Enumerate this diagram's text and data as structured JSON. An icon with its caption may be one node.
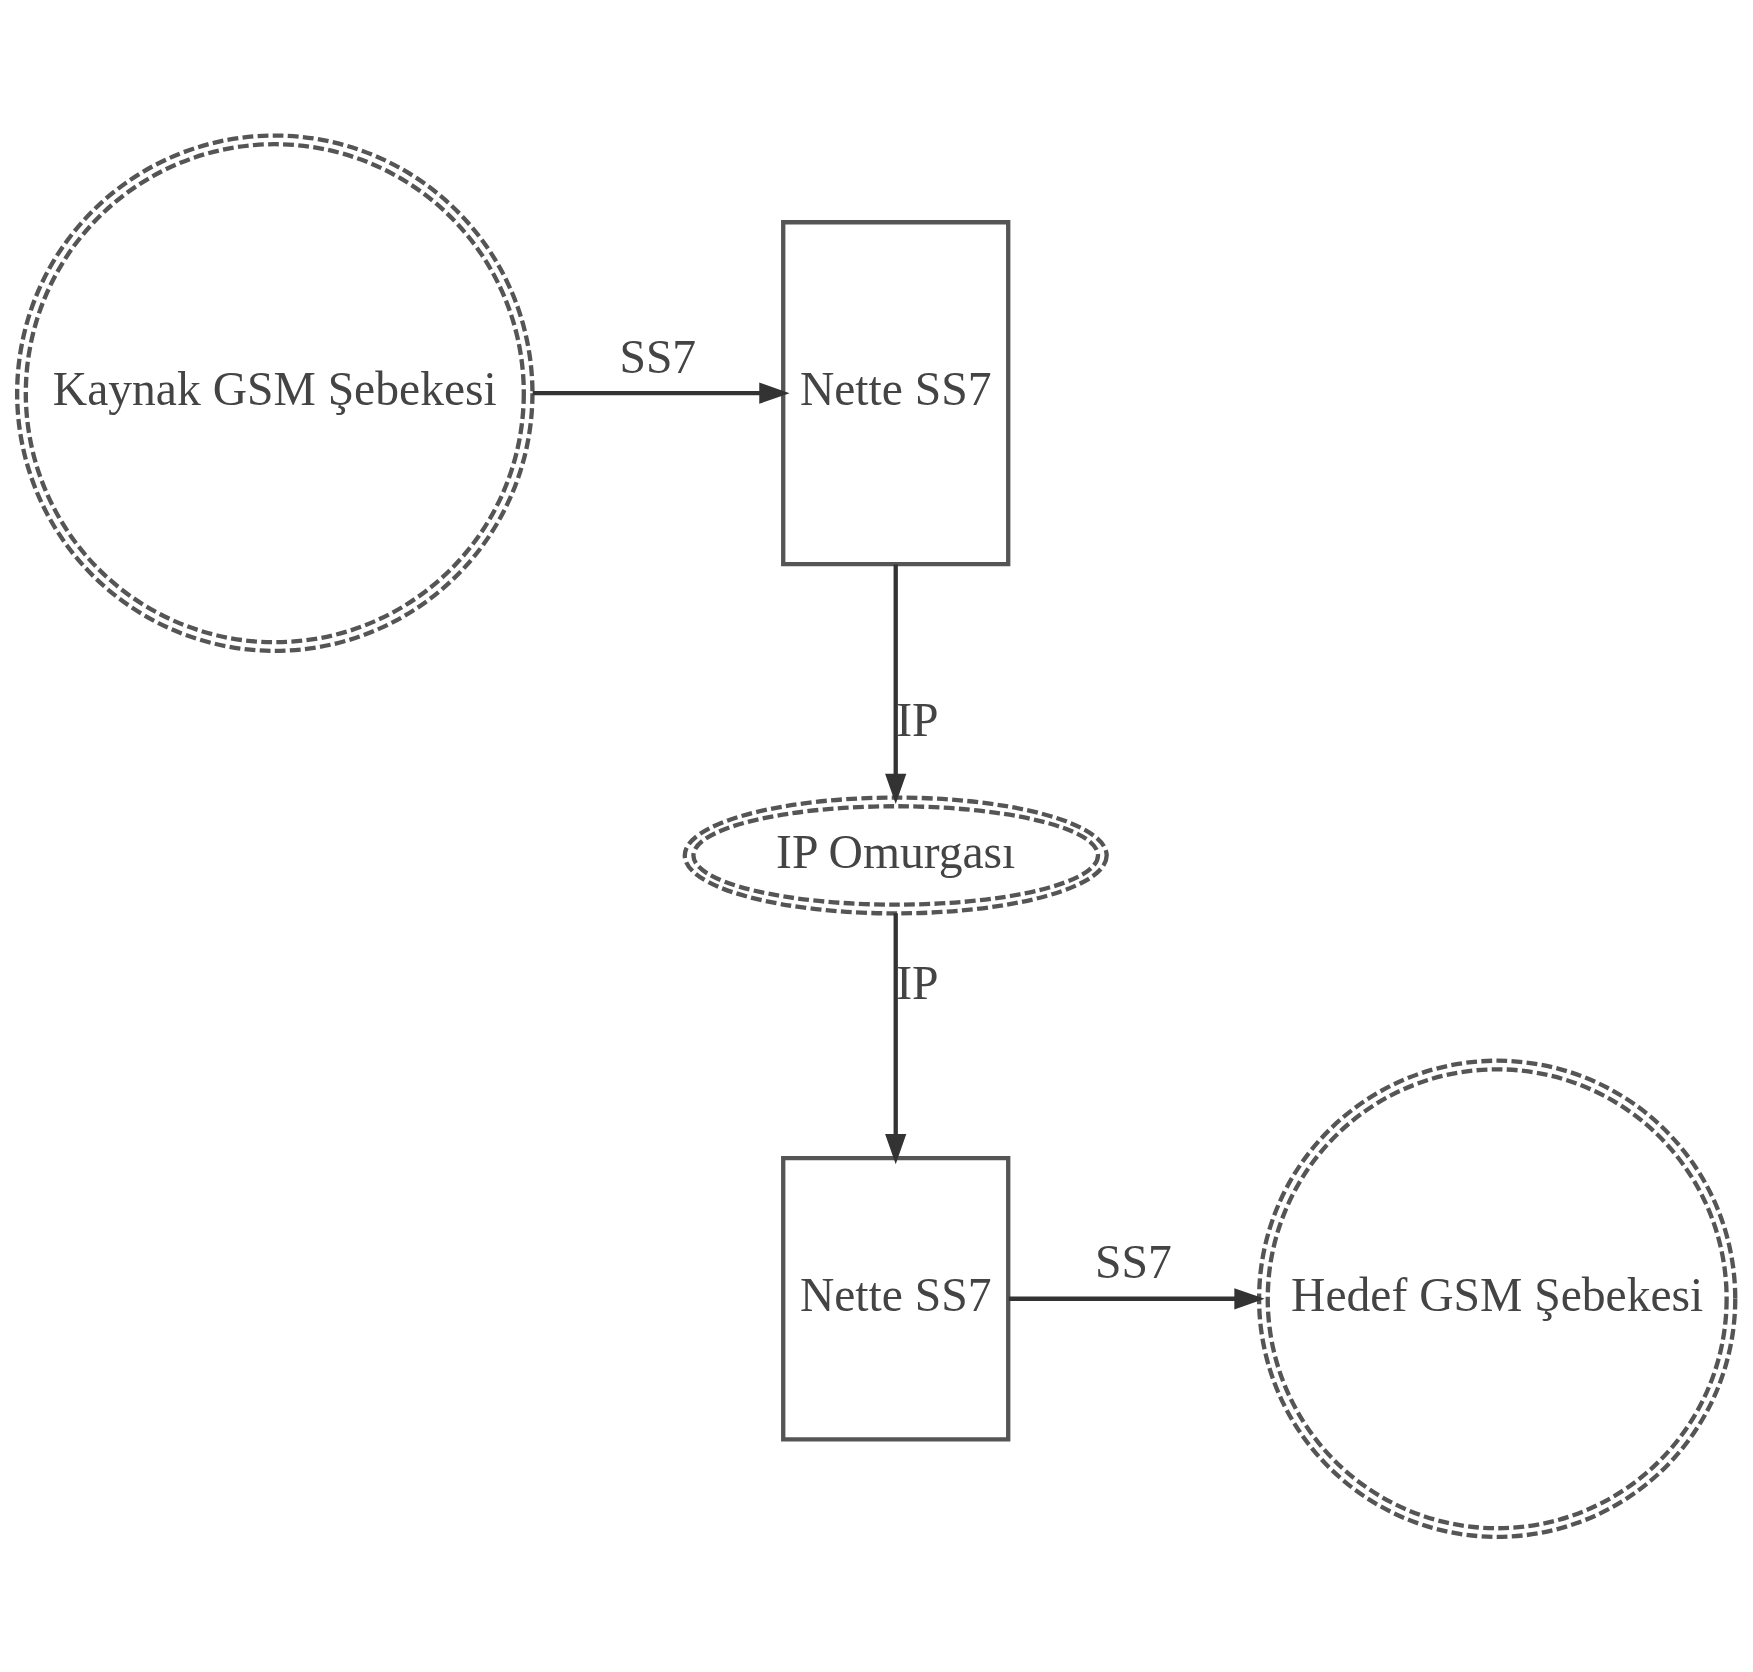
{
  "diagram": {
    "nodes": [
      {
        "text": [
          "Kaynak GSM Şebekesi"
        ]
      },
      {
        "text": [
          "Nette SS7"
        ]
      },
      {
        "text": [
          "IP Omurgası"
        ]
      },
      {
        "text": [
          "Nette SS7"
        ]
      },
      {
        "text": [
          "Hedef GSM Şebekesi"
        ]
      }
    ],
    "edges": [
      {
        "from": 0,
        "to": 1,
        "arrow": "to",
        "label": "SS7"
      },
      {
        "from": 1,
        "to": 2,
        "arrow": "to",
        "label": "IP"
      },
      {
        "from": 2,
        "to": 3,
        "arrow": "to",
        "label": "IP"
      },
      {
        "from": 3,
        "to": 4,
        "arrow": "to",
        "label": "SS7"
      }
    ]
  }
}
